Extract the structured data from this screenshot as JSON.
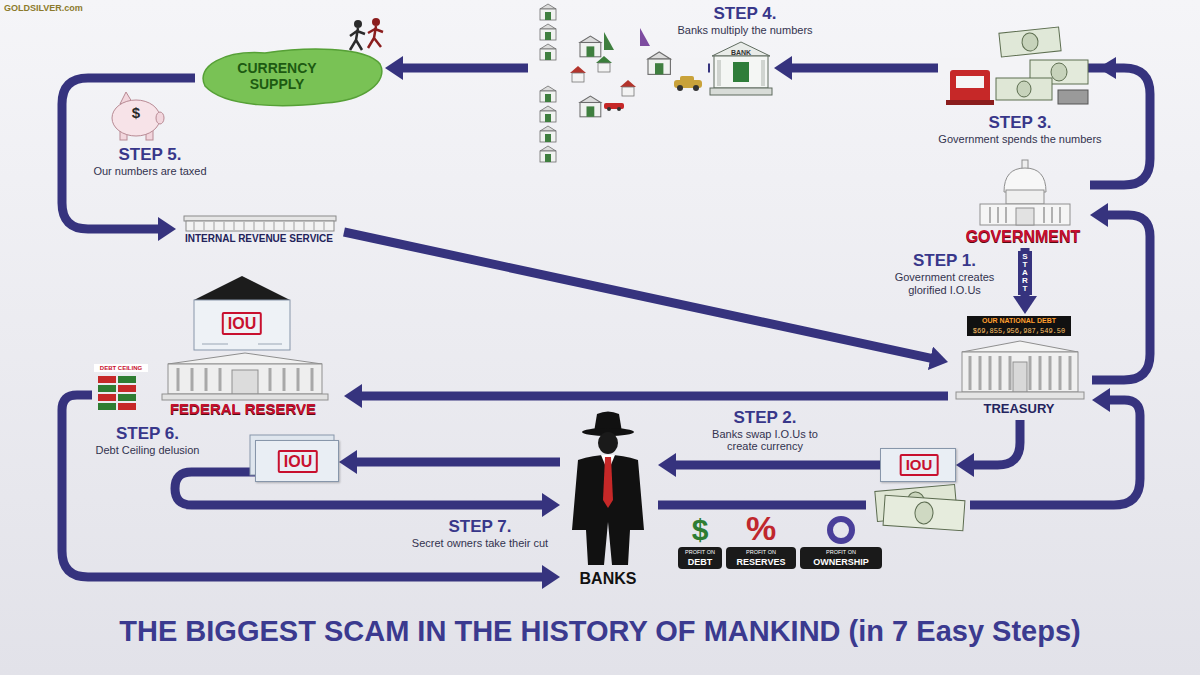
{
  "diagram": {
    "title": "THE BIGGEST SCAM IN THE HISTORY OF MANKIND (in 7 Easy Steps)",
    "nodes": [
      {
        "text": [
          "GOVERNMENT"
        ]
      },
      {
        "text": [
          "OUR NATIONAL DEBT",
          "$69,855,956,987,549.50",
          "TREASURY"
        ]
      },
      {
        "text": [
          "IOU"
        ]
      },
      {
        "text": [
          "BANKS"
        ]
      },
      {
        "text": [
          "IOU"
        ]
      },
      {
        "text": [
          "IOU",
          "DEBT CEILING",
          "FEDERAL RESERVE"
        ]
      },
      {
        "text": [
          "BANK"
        ]
      },
      {
        "text": [
          "CURRENCY SUPPLY"
        ]
      },
      {
        "text": [
          "INTERNAL REVENUE SERVICE"
        ]
      }
    ],
    "edges": [
      {
        "from": 0,
        "to": 1,
        "label": "START",
        "arrow": "to"
      },
      {
        "from": 1,
        "to": 0,
        "arrow": "to"
      },
      {
        "from": 0,
        "to": 6,
        "arrow": "to"
      },
      {
        "from": 6,
        "to": 7,
        "arrow": "to"
      },
      {
        "from": 7,
        "to": 8,
        "arrow": "to"
      },
      {
        "from": 8,
        "to": 1,
        "arrow": "to"
      },
      {
        "from": 1,
        "to": 5,
        "arrow": "to"
      },
      {
        "from": 1,
        "to": 2,
        "arrow": "to"
      },
      {
        "from": 2,
        "to": 3,
        "arrow": "to"
      },
      {
        "from": 3,
        "to": 4,
        "arrow": "to"
      },
      {
        "from": 4,
        "to": 3,
        "arrow": "to"
      },
      {
        "from": 3,
        "to": 1,
        "arrow": "to"
      },
      {
        "from": 5,
        "to": 3,
        "arrow": "to"
      }
    ],
    "labels": [
      "GOLDSILVER.com",
      "STEP 4.",
      "Banks multiply the numbers",
      "STEP 3.",
      "Government spends the numbers",
      "$",
      "STEP 5.",
      "Our numbers are taxed",
      "STEP 1.",
      "Government creates glorified I.O.Us",
      "STEP 6.",
      "Debt Ceiling delusion",
      "STEP 2.",
      "Banks swap I.O.Us to create currency",
      "STEP 7.",
      "Secret owners take their cut",
      "$",
      "PROFIT ON",
      "DEBT",
      "%",
      "PROFIT ON",
      "RESERVES",
      "PROFIT ON",
      "OWNERSHIP"
    ]
  }
}
